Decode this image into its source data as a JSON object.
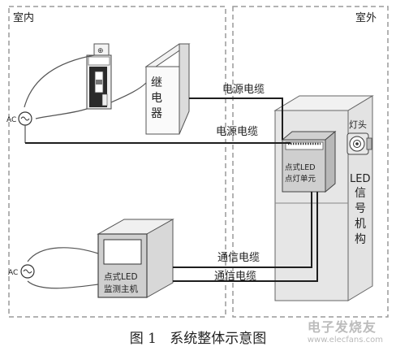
{
  "regions": {
    "indoor_label": "室内",
    "outdoor_label": "室外"
  },
  "relay": {
    "label_chars": [
      "继",
      "电",
      "器"
    ]
  },
  "ac_top_label": "AC",
  "ac_bottom_label": "AC",
  "cables": {
    "power_cable_1": "电源电缆",
    "power_cable_2": "电源电缆",
    "comm_cable_1": "通信电缆",
    "comm_cable_2": "通信电缆"
  },
  "monitor_host": {
    "line1": "点式LED",
    "line2": "监测主机"
  },
  "lighting_unit": {
    "line1": "点式LED",
    "line2": "点灯单元"
  },
  "lamp_head_label": "灯头",
  "signal_mechanism": {
    "label_chars": [
      "LED",
      "信",
      "号",
      "机",
      "构"
    ]
  },
  "caption": {
    "figure_number": "图 1",
    "title": "系统整体示意图"
  },
  "watermark": {
    "brand": "电子发烧友",
    "url": "www.elecfans.com"
  }
}
